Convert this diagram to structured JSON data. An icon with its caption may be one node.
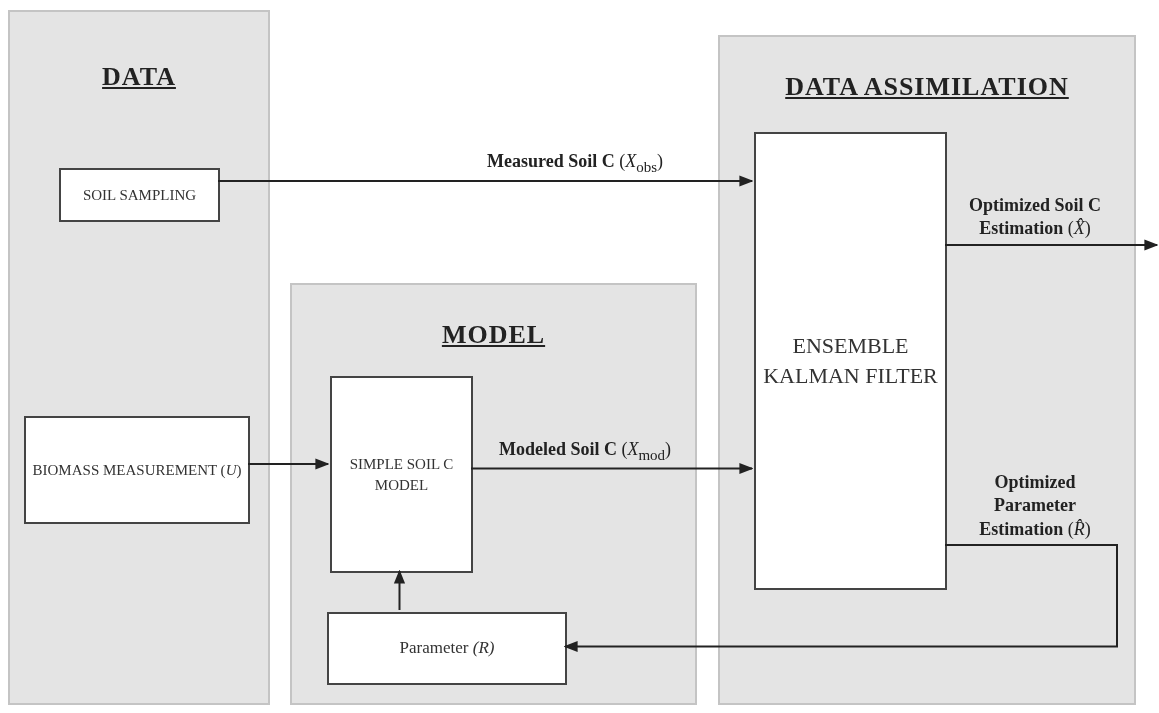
{
  "diagram": {
    "nodes": [
      {
        "text": [
          "DATA"
        ]
      },
      {
        "text": [
          "SOIL SAMPLING"
        ],
        "in": 0
      },
      {
        "text": [
          "BIOMASS MEASUREMENT (*U*)"
        ],
        "in": 0
      },
      {
        "text": [
          "MODEL"
        ]
      },
      {
        "text": [
          "SIMPLE SOIL C MODEL"
        ],
        "in": 3
      },
      {
        "text": [
          "Parameter *(R)*"
        ],
        "in": 3
      },
      {
        "text": [
          "DATA ASSIMILATION"
        ]
      },
      {
        "text": [
          "ENSEMBLE KALMAN FILTER"
        ],
        "in": 6
      }
    ],
    "edges": [
      {
        "from": 1,
        "to": 7,
        "arrow": "to",
        "label": "**Measured Soil C** (*X*$_{obs}$)"
      },
      {
        "from": 2,
        "to": 4,
        "arrow": "to"
      },
      {
        "from": 4,
        "to": 7,
        "arrow": "to",
        "label": "**Modeled Soil C** (*X*$_{mod}$)"
      },
      {
        "from": 5,
        "to": 4,
        "arrow": "to"
      },
      {
        "from": 7,
        "to": null,
        "arrow": "to",
        "label": "**Optimized Soil C Estimation** (*X̂*)"
      },
      {
        "from": 7,
        "to": 5,
        "arrow": "to",
        "label": "**Optimized Parameter Estimation** (*R̂*)"
      }
    ]
  }
}
